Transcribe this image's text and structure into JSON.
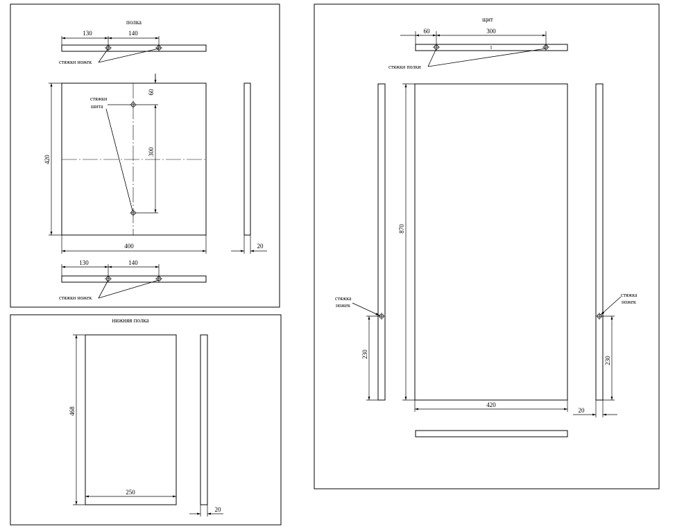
{
  "drawing": {
    "shelf": {
      "title": "полка",
      "top_dim_a": "130",
      "top_dim_b": "140",
      "top_note": "стяжки ножек",
      "dim_60": "60",
      "dim_300": "300",
      "dim_height": "420",
      "dim_width": "400",
      "dim_thick": "20",
      "center_note_line1": "стяжки",
      "center_note_line2": "шита",
      "bottom_dim_a": "130",
      "bottom_dim_b": "140",
      "bottom_note": "стяжки ножек"
    },
    "lower_shelf": {
      "title": "нижняя полка",
      "dim_height": "468",
      "dim_width": "250",
      "dim_thick": "20"
    },
    "board": {
      "title": "щит",
      "top_dim_a": "60",
      "top_dim_b": "300",
      "top_note": "стяжки полки",
      "dim_height": "870",
      "dim_width": "420",
      "dim_thick": "20",
      "left_note_line1": "стяжка",
      "left_note_line2": "ножек",
      "right_note_line1": "стяжка",
      "right_note_line2": "ножек",
      "dim_left_230": "230",
      "dim_right_230": "230"
    }
  }
}
